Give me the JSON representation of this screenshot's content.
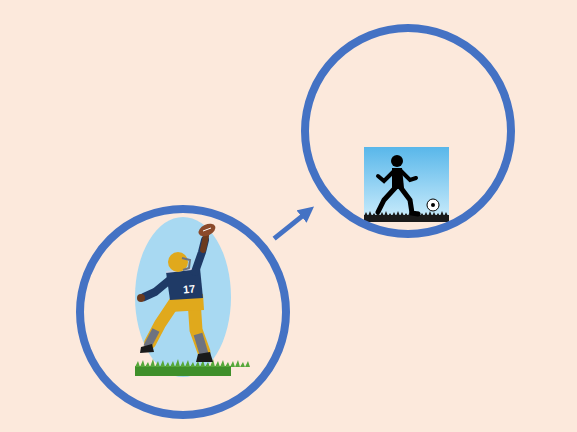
{
  "diagram": {
    "nodes": [
      {
        "text": [
          "17"
        ]
      },
      {
        "text": []
      }
    ],
    "edges": [
      {
        "from": 0,
        "to": 1,
        "arrow": "to"
      }
    ]
  }
}
